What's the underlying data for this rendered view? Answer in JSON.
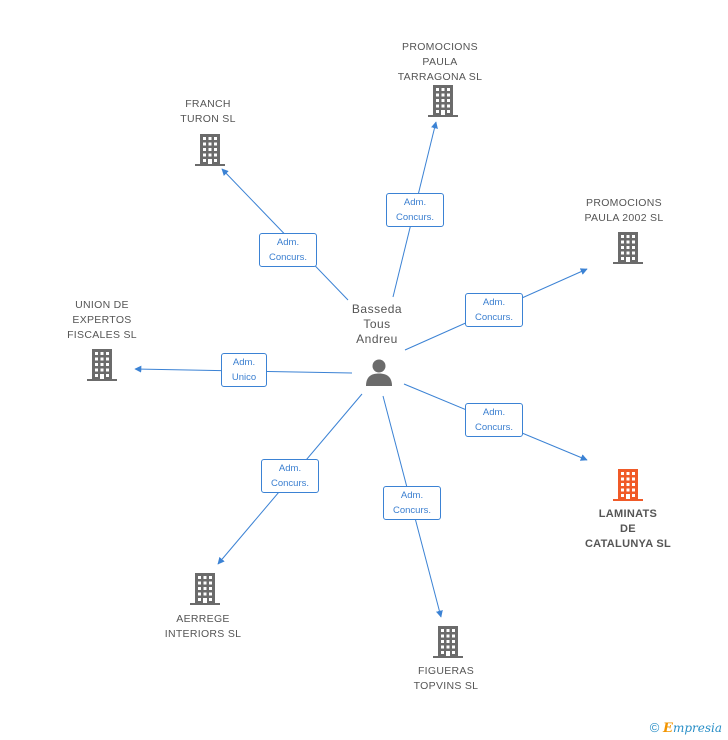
{
  "center": {
    "label": "Basseda\nTous\nAndreu",
    "icon": "person-icon"
  },
  "nodes": [
    {
      "id": "promocions-paula-tarragona",
      "label": "PROMOCIONS\nPAULA\nTARRAGONA SL",
      "icon": "building-icon",
      "highlight": false
    },
    {
      "id": "franch-turon",
      "label": "FRANCH\nTURON SL",
      "icon": "building-icon",
      "highlight": false
    },
    {
      "id": "promocions-paula-2002",
      "label": "PROMOCIONS\nPAULA 2002 SL",
      "icon": "building-icon",
      "highlight": false
    },
    {
      "id": "union-expertos-fiscales",
      "label": "UNION DE\nEXPERTOS\nFISCALES  SL",
      "icon": "building-icon",
      "highlight": false
    },
    {
      "id": "laminats-catalunya",
      "label": "LAMINATS\nDE\nCATALUNYA SL",
      "icon": "building-icon",
      "highlight": true
    },
    {
      "id": "aerrege-interiors",
      "label": "AERREGE\nINTERIORS SL",
      "icon": "building-icon",
      "highlight": false
    },
    {
      "id": "figueras-topvins",
      "label": "FIGUERAS\nTOPVINS SL",
      "icon": "building-icon",
      "highlight": false
    }
  ],
  "edges": [
    {
      "to": "promocions-paula-tarragona",
      "label": "Adm.\nConcurs."
    },
    {
      "to": "franch-turon",
      "label": "Adm.\nConcurs."
    },
    {
      "to": "promocions-paula-2002",
      "label": "Adm.\nConcurs."
    },
    {
      "to": "union-expertos-fiscales",
      "label": "Adm.\nUnico"
    },
    {
      "to": "laminats-catalunya",
      "label": "Adm.\nConcurs."
    },
    {
      "to": "aerrege-interiors",
      "label": "Adm.\nConcurs."
    },
    {
      "to": "figueras-topvins",
      "label": "Adm.\nConcurs."
    }
  ],
  "colors": {
    "edge": "#3b82d4",
    "building": "#6b6b6b",
    "highlight": "#f05a28",
    "person": "#6b6b6b"
  },
  "footer": {
    "copyright": "©",
    "brand_initial": "E",
    "brand_rest": "mpresia"
  }
}
